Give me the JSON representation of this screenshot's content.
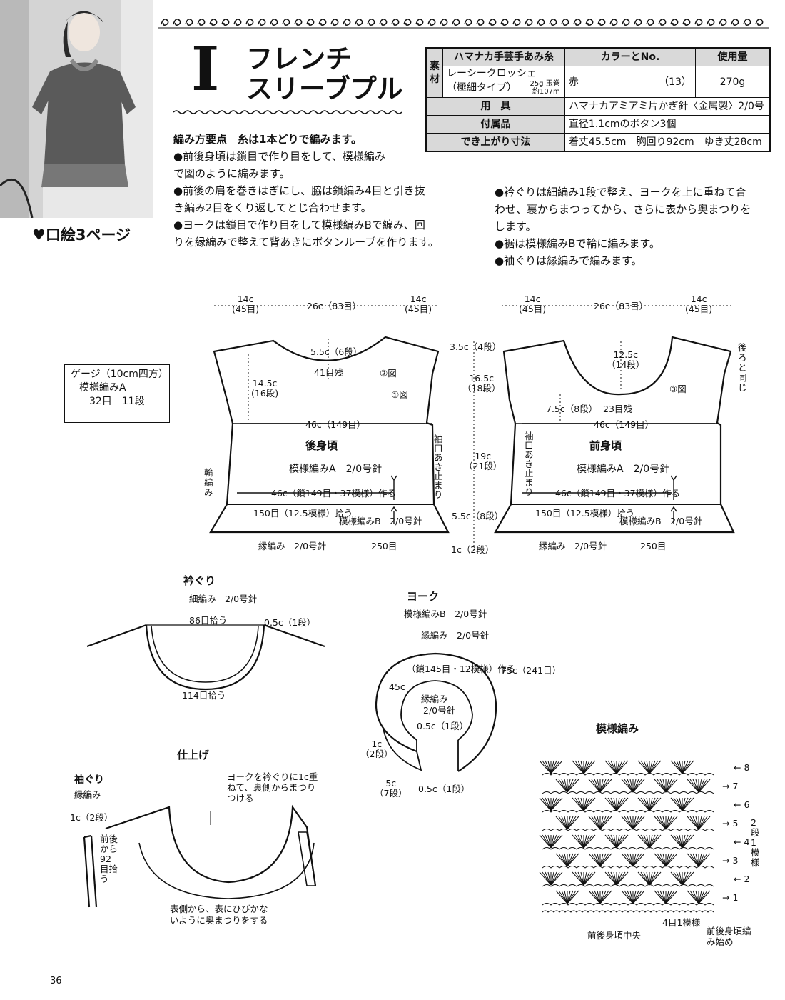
{
  "photo_caption": "口絵3ページ",
  "header": {
    "number": "I",
    "title_line1": "フレンチ",
    "title_line2": "スリーブプル"
  },
  "spec_table": {
    "col_yarn": "ハマナカ手芸手あみ糸",
    "col_color": "カラーとNo.",
    "col_amount": "使用量",
    "material_label": "素材",
    "yarn_name": "レーシークロッシェ",
    "yarn_type": "（極細タイプ）",
    "yarn_ball": "25g 玉巻",
    "yarn_length": "約107m",
    "color_name": "赤",
    "color_no": "（13）",
    "amount": "270g",
    "tools_label": "用　具",
    "tools_value": "ハマナカアミアミ片かぎ針〈金属製〉2/0号",
    "notions_label": "付属品",
    "notions_value": "直径1.1cmのボタン3個",
    "size_label": "でき上がり寸法",
    "size_value": "着丈45.5cm　胸回り92cm　ゆき丈28cm"
  },
  "instructions_left": [
    "編み方要点　糸は1本どりで編みます。",
    "●前後身頃は鎖目で作り目をして、模様編み",
    "で図のように編みます。",
    "●前後の肩を巻きはぎにし、脇は鎖編み4目と引き抜",
    "き編み2目をくり返してとじ合わせます。",
    "●ヨークは鎖目で作り目をして模様編みBで編み、回",
    "りを縁編みで整えて背あきにボタンループを作ります。"
  ],
  "instructions_right": [
    "●衿ぐりは細編み1段で整え、ヨークを上に重ねて合",
    "わせ、裏からまつってから、さらに表から奥まつりを",
    "します。",
    "●裾は模様編みBで輪に編みます。",
    "●袖ぐりは縁編みで編みます。"
  ],
  "gauge": {
    "title": "ゲージ（10cm四方）",
    "pattern": "模様編みA",
    "values": "32目　11段"
  },
  "back": {
    "top_left": "14c",
    "top_left_sts": "(45目)",
    "top_mid": "26c（83目）",
    "top_right": "14c",
    "top_right_sts": "(45目)",
    "neck_depth": "5.5c（6段）",
    "neck_sts": "41目残",
    "fig2": "②図",
    "fig1": "①図",
    "side_h": "14.5c",
    "side_rows": "(16段)",
    "width": "46c（149目）",
    "name": "後身頃",
    "pattern": "模様編みA　2/0号針",
    "cast_on": "46c（鎖149目・37模様）作る",
    "pickup": "150目（12.5模様）拾う",
    "hem_pattern": "模様編みB　2/0号針",
    "edge": "縁編み　2/0号針",
    "hem_sts": "250目",
    "armhole_note": "袖口あき止まり",
    "round_note": "輪編み"
  },
  "vertical": {
    "v1": "3.5c（4段）",
    "v2": "16.5c",
    "v2r": "（18段）",
    "v3": "19c",
    "v3r": "（21段）",
    "v4": "5.5c（8段）",
    "v5": "1c（2段）"
  },
  "front": {
    "top_left": "14c",
    "top_left_sts": "(45目)",
    "top_mid": "26c（83目）",
    "top_right": "14c",
    "top_right_sts": "(45目)",
    "neck_depth": "12.5c",
    "neck_rows": "（14段）",
    "neck_small": "7.5c（8段）",
    "neck_sts": "23目残",
    "fig3": "③図",
    "width": "46c（149目）",
    "name": "前身頃",
    "pattern": "模様編みA　2/0号針",
    "cast_on": "46c（鎖149目・37模様）作る",
    "pickup": "150目（12.5模様）拾う",
    "hem_pattern": "模様編みB　2/0号針",
    "edge": "縁編み　2/0号針",
    "hem_sts": "250目",
    "same_as_back": "後ろと同じ",
    "armhole_note": "袖口あき止まり"
  },
  "neckline": {
    "title": "衿ぐり",
    "pattern": "細編み　2/0号針",
    "top_sts": "86目拾う",
    "depth": "0.5c（1段）",
    "bottom_sts": "114目拾う"
  },
  "yoke": {
    "title": "ヨーク",
    "pattern_b": "模様編みB　2/0号針",
    "edge": "縁編み　2/0号針",
    "chain": "（鎖145目・12模様）作る",
    "outer": "75c（241目）",
    "inner": "45c",
    "inner_pattern": "縁編み",
    "inner_needle": "2/0号針",
    "inner_depth": "0.5c（1段）",
    "side_w": "1c",
    "side_w_rows": "（2段）",
    "band": "5c",
    "band_rows": "（7段）",
    "bottom_depth": "0.5c（1段）"
  },
  "finish": {
    "title": "仕上げ",
    "sleeve_title": "袖ぐり",
    "sleeve_edge": "縁編み",
    "sleeve_w": "1c（2段）",
    "sleeve_sts": "前後から92目拾う",
    "note_top": "ヨークを衿ぐりに1c重ねて、裏側からまつりつける",
    "note_bottom": "表側から、表にひびかないように奥まつりをする"
  },
  "stitch_chart": {
    "title": "模様編み",
    "rows": [
      "8",
      "7",
      "6",
      "5",
      "4",
      "3",
      "2",
      "1"
    ],
    "repeat_note": "2段1模様",
    "repeat_sts": "4目1模様",
    "center_note": "前後身頃中央",
    "start_note": "前後身頃編み始め"
  },
  "page_number": "36"
}
